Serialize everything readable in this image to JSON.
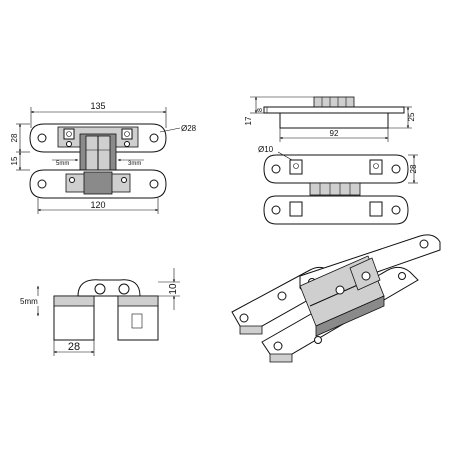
{
  "views": {
    "front": {
      "width_overall": "135",
      "width_inner": "120",
      "height_top": "28",
      "height_bottom": "15",
      "diameter": "Ø28",
      "adjust_left": "5mm",
      "adjust_right": "3mm"
    },
    "side": {
      "height_total": "17",
      "height_part": "8",
      "length": "92",
      "depth": "25"
    },
    "top": {
      "hole_diameter": "Ø10",
      "height": "28"
    },
    "end": {
      "adjust": "5mm",
      "width": "28",
      "height": "10"
    }
  }
}
